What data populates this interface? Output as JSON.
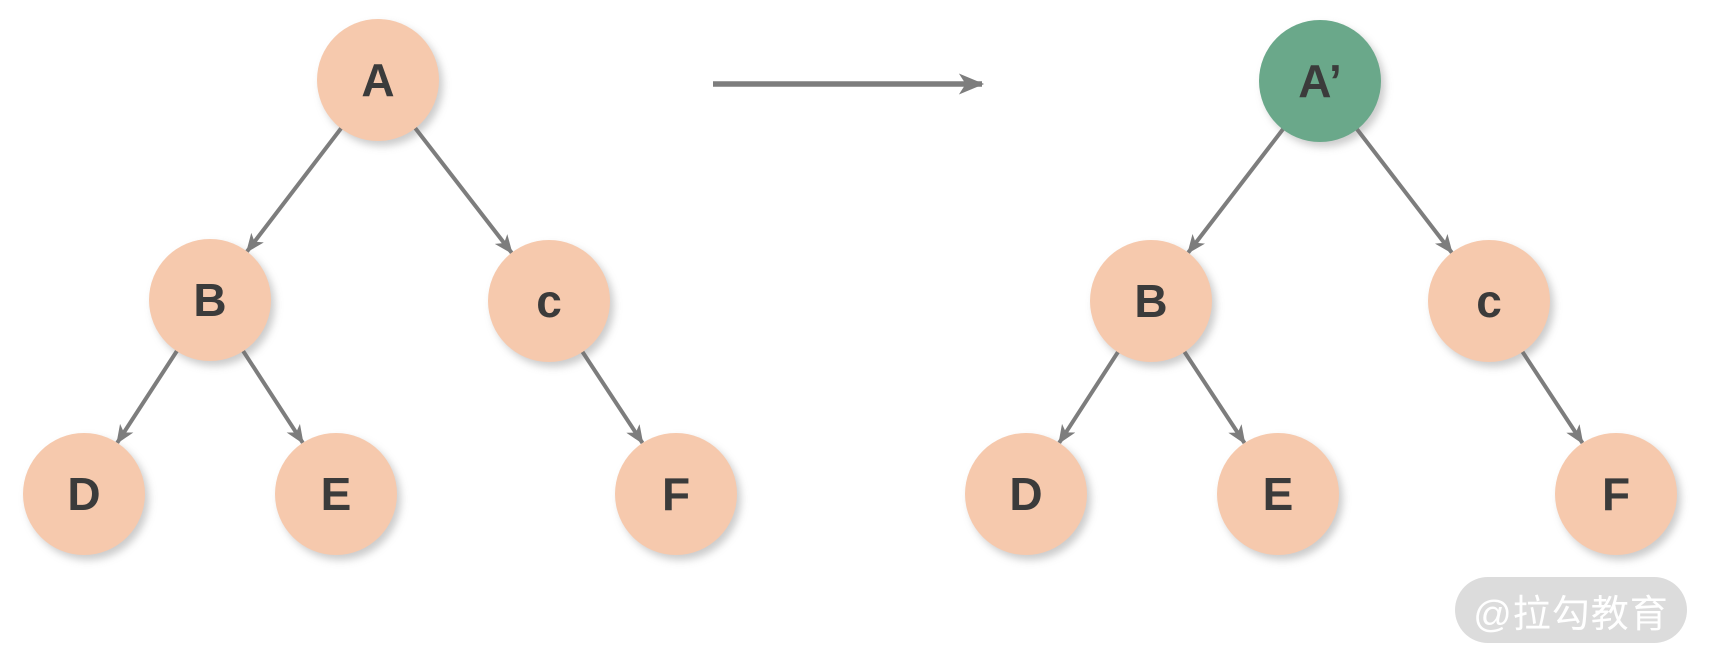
{
  "colors": {
    "node_fill": "#f6c9ad",
    "root_highlight_fill": "#6aa88a",
    "node_text": "#3b3b3b",
    "edge": "#7d7d7d",
    "watermark_bg": "#dcdcdc",
    "watermark_text": "#ffffff"
  },
  "left_tree": {
    "nodes": [
      {
        "label": "A",
        "highlighted": false
      },
      {
        "label": "B",
        "highlighted": false
      },
      {
        "label": "c",
        "highlighted": false
      },
      {
        "label": "D",
        "highlighted": false
      },
      {
        "label": "E",
        "highlighted": false
      },
      {
        "label": "F",
        "highlighted": false
      }
    ],
    "edges": [
      [
        "A",
        "B"
      ],
      [
        "A",
        "c"
      ],
      [
        "B",
        "D"
      ],
      [
        "B",
        "E"
      ],
      [
        "c",
        "F"
      ]
    ]
  },
  "right_tree": {
    "nodes": [
      {
        "label": "A’",
        "highlighted": true
      },
      {
        "label": "B",
        "highlighted": false
      },
      {
        "label": "c",
        "highlighted": false
      },
      {
        "label": "D",
        "highlighted": false
      },
      {
        "label": "E",
        "highlighted": false
      },
      {
        "label": "F",
        "highlighted": false
      }
    ],
    "edges": [
      [
        "A’",
        "B"
      ],
      [
        "A’",
        "c"
      ],
      [
        "B",
        "D"
      ],
      [
        "B",
        "E"
      ],
      [
        "c",
        "F"
      ]
    ]
  },
  "transform_arrow": {
    "direction": "left-to-right"
  },
  "watermark": {
    "label": "@拉勾教育"
  }
}
